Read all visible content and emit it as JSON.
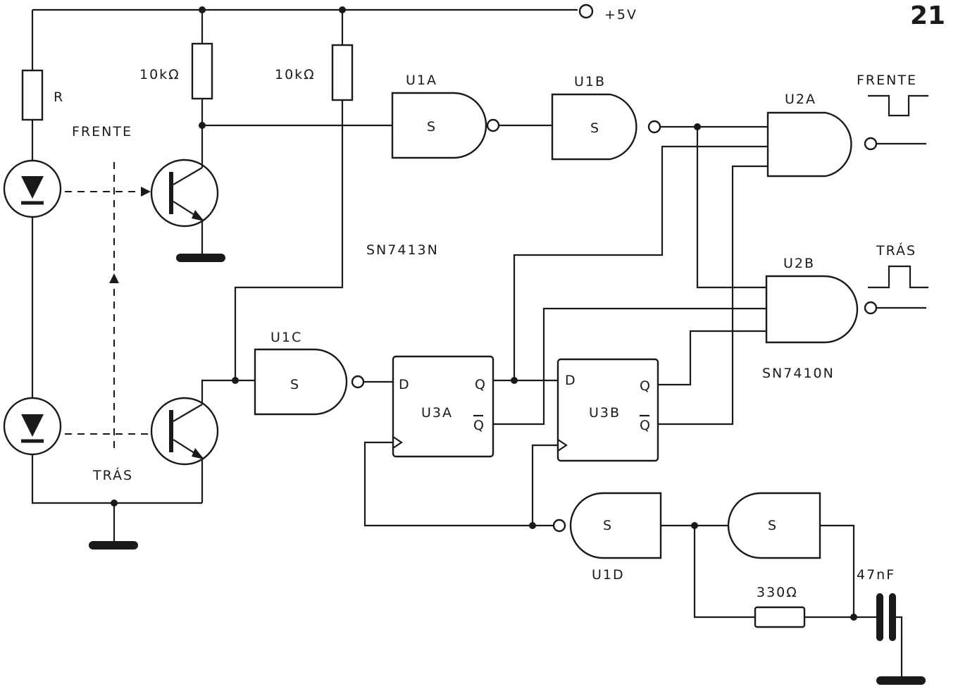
{
  "page_number": "21",
  "supply_label": "+5V",
  "resistors": {
    "r_sensor": "R",
    "r_pullup_1": "10kΩ",
    "r_pullup_2": "10kΩ",
    "r_timing": "330Ω"
  },
  "capacitor": "47nF",
  "sensor_labels": {
    "front": "FRENTE",
    "back": "TRÁS"
  },
  "gates": {
    "u1a": "U1A",
    "u1b": "U1B",
    "u1c": "U1C",
    "u1d": "U1D",
    "u2a": "U2A",
    "u2b": "U2B",
    "schmitt_mark": "S"
  },
  "flipflops": {
    "u3a": "U3A",
    "u3b": "U3B",
    "pin_d": "D",
    "pin_q": "Q",
    "pin_qbar": "Q"
  },
  "ic_labels": {
    "ic1": "SN7413N",
    "ic2": "SN7410N"
  },
  "outputs": {
    "front": "FRENTE",
    "back": "TRÁS"
  }
}
